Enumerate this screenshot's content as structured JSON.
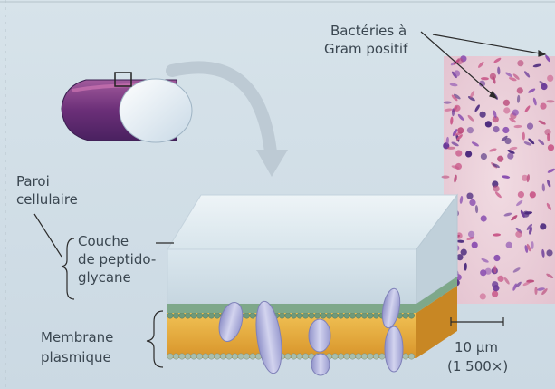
{
  "labels": {
    "bacteria_line1": "Bactéries à",
    "bacteria_line2": "Gram positif",
    "wall_line1": "Paroi",
    "wall_line2": "cellulaire",
    "pg_line1": "Couche",
    "pg_line2": "de peptido-",
    "pg_line3": "glycane",
    "mem_line1": "Membrane",
    "mem_line2": "plasmique",
    "scale_value": "10 µm",
    "scale_mag": "(1 500×)"
  },
  "colors": {
    "background": "#d0dde6",
    "bacteria_body": "#7a3a7a",
    "membrane_core": "#e3a833",
    "membrane_heads": "#6f9a7a",
    "protein": "#b8b8dc",
    "stain_purple": "#6a3b98",
    "stain_pink": "#c95a8a"
  }
}
